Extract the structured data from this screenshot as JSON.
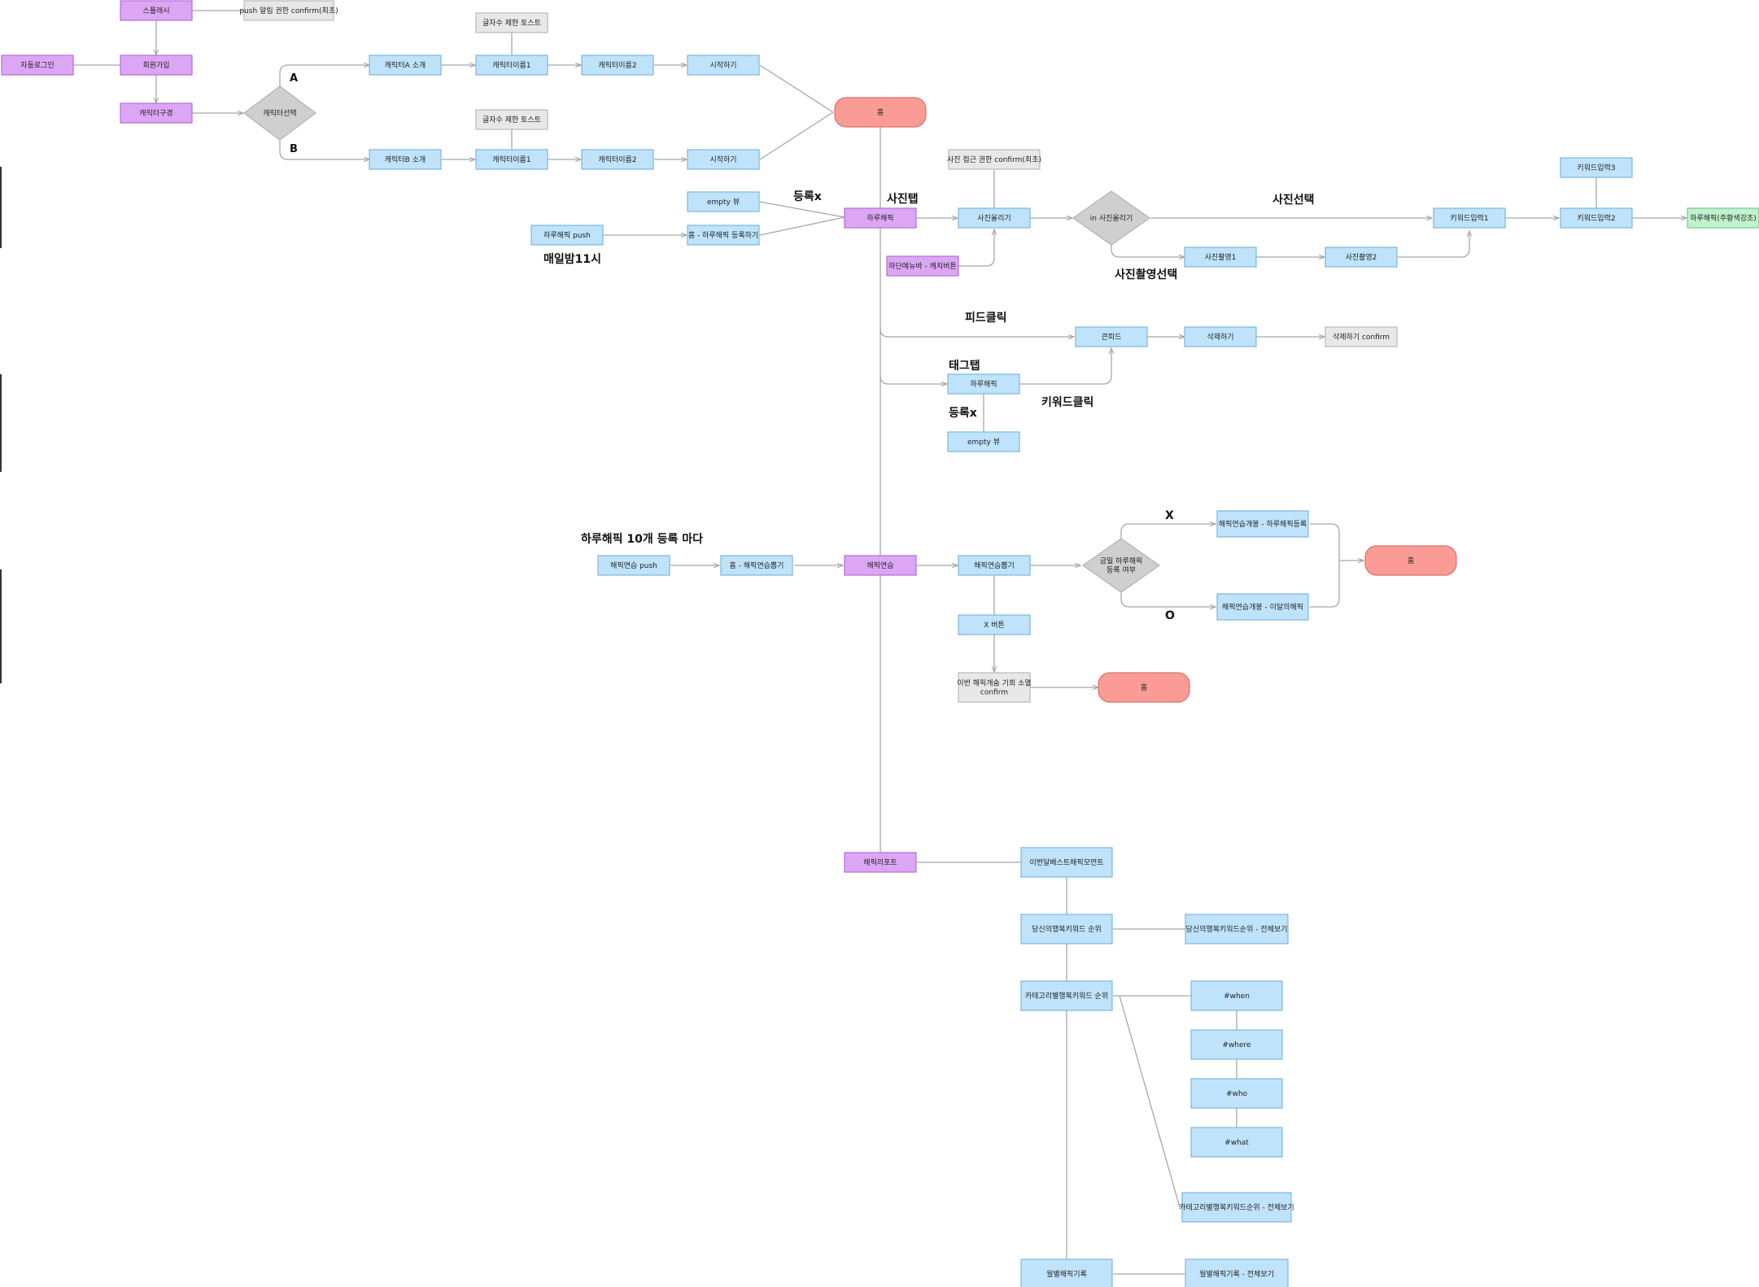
{
  "colors": {
    "purple": "#dda6f5",
    "purple_border": "#b06fd4",
    "blue": "#bfe3fb",
    "blue_border": "#7db6de",
    "gray": "#e8e8e8",
    "gray_border": "#b9b9b9",
    "diamond": "#cfcfcf",
    "terminal": "#fa9c95",
    "terminal_border": "#d9716a",
    "green": "#bff2cd",
    "green_border": "#79c996",
    "edge": "#a7a7a7"
  },
  "nodes": {
    "splash": "스플래시",
    "push_confirm": "push 알림 권한 confirm(최초)",
    "auto_login": "자동로그인",
    "signup": "회원가입",
    "char_intro": "캐릭터구경",
    "char_select": "캐릭터선택",
    "char_a_intro": "캐릭터A 소개",
    "char_b_intro": "캐릭터B 소개",
    "toast_a": "글자수 제한 토스트",
    "toast_b": "글자수 제한 토스트",
    "char_a_name1": "캐릭터이름1",
    "char_a_name2": "캐릭터이름2",
    "char_b_name1": "캐릭터이름1",
    "char_b_name2": "캐릭터이름2",
    "start_a": "시작하기",
    "start_b": "시작하기",
    "home_top": "홈",
    "empty_view_1": "empty 뷰",
    "home_register": "홈 - 하루해픽 등록하기",
    "daily_push": "하루해픽 push",
    "daily_happic": "하루해픽",
    "photo_confirm": "사진 접근 권한 confirm(최초)",
    "photo_upload": "사진올리기",
    "in_photo": "in 사진올리기",
    "keyword_input1": "키워드입력1",
    "keyword_input2": "키워드입력2",
    "keyword_input3": "키워드입력3",
    "happic_done": "하루해픽(주황색강조)",
    "photo_shoot1": "사진촬영1",
    "photo_shoot2": "사진촬영2",
    "bottom_menu": "하단메뉴바 - 캐치버튼",
    "feed_detail": "큰피드",
    "delete": "삭제하기",
    "delete_confirm": "삭제하기 confirm",
    "daily_tab": "하루해픽",
    "empty_view_2": "empty 뷰",
    "practice_push": "해픽연습 push",
    "home_practice": "홈 - 해픽연습뽑기",
    "practice": "해픽연습",
    "practice_draw": "해픽연습뽑기",
    "today_check": "금일 하루해픽\n등록 여부",
    "practice_open_reg": "해픽연습개봉 - 하루해픽등록",
    "practice_open_month": "해픽연습개봉 - 이달의해픽",
    "home_right": "홈",
    "x_button": "X 버튼",
    "consume_confirm": "이번 해픽개숨 기회 소멸\nconfirm",
    "home_mid": "홈",
    "report": "해픽리포트",
    "best_moment": "이번달베스트해픽모먼트",
    "my_rank": "당신의행복키워드 순위",
    "my_rank_all": "당신의행복키워드순위 - 전체보기",
    "cat_rank": "카테고리별행복키워드 순위",
    "tag_when": "#when",
    "tag_where": "#where",
    "tag_who": "#who",
    "tag_what": "#what",
    "cat_rank_all": "카테고리별행복키워드순위 - 전체보기",
    "monthly": "월별해픽기록",
    "monthly_all": "월별해픽기록 - 전체보기"
  },
  "labels": {
    "branch_a": "A",
    "branch_b": "B",
    "reg_x_1": "등록x",
    "photo_tab": "사진탭",
    "photo_select": "사진선택",
    "nightly": "매일밤11시",
    "photo_shoot_select": "사진촬영선택",
    "feed_click": "피드클릭",
    "tag_tab": "태그탭",
    "keyword_click": "키워드클릭",
    "reg_x_2": "등록x",
    "every_ten": "하루해픽 10개 등록 마다",
    "branch_x": "X",
    "branch_o": "O"
  }
}
